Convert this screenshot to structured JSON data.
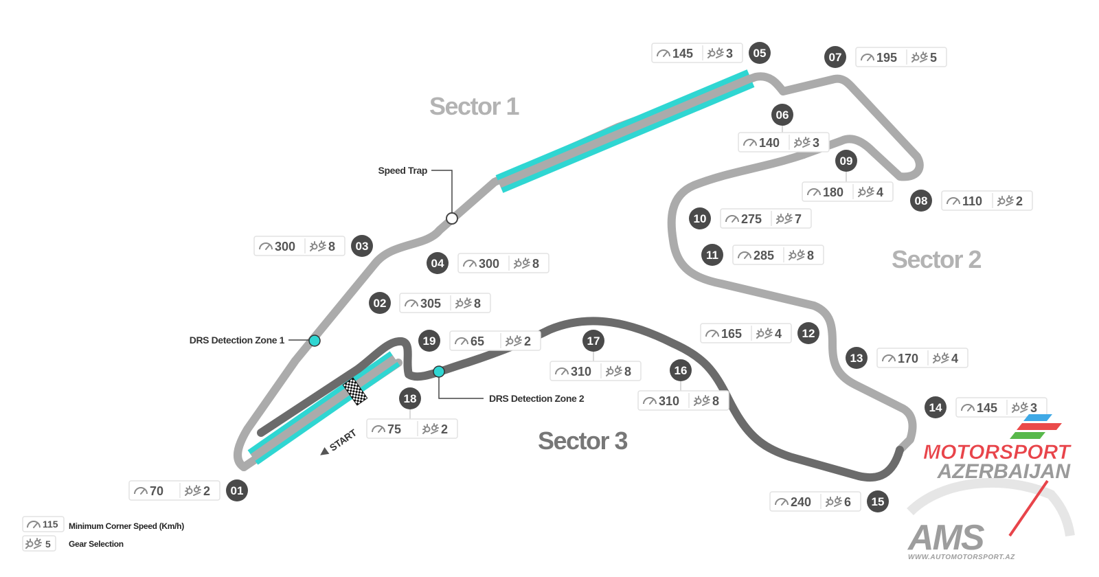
{
  "sectors": [
    "Sector 1",
    "Sector 2",
    "Sector 3"
  ],
  "annotations": {
    "speed_trap": "Speed Trap",
    "drs_detection_1": "DRS Detection Zone 1",
    "drs_detection_2": "DRS Detection Zone 2",
    "start": "START"
  },
  "colors": {
    "track_light": "#ababab",
    "track_dark": "#6b6b6b",
    "drs_zone": "#2fd6d2",
    "turn_badge": "#4a4a4a",
    "watermark_red": "#e8444a"
  },
  "icons": {
    "speed": "speedometer-icon",
    "gear": "gear-icon",
    "finish": "checkered-flag-icon"
  },
  "turns": [
    {
      "num": "01",
      "speed": "70",
      "gear": "2"
    },
    {
      "num": "02",
      "speed": "305",
      "gear": "8"
    },
    {
      "num": "03",
      "speed": "300",
      "gear": "8"
    },
    {
      "num": "04",
      "speed": "300",
      "gear": "8"
    },
    {
      "num": "05",
      "speed": "145",
      "gear": "3"
    },
    {
      "num": "06",
      "speed": "140",
      "gear": "3"
    },
    {
      "num": "07",
      "speed": "195",
      "gear": "5"
    },
    {
      "num": "08",
      "speed": "110",
      "gear": "2"
    },
    {
      "num": "09",
      "speed": "180",
      "gear": "4"
    },
    {
      "num": "10",
      "speed": "275",
      "gear": "7"
    },
    {
      "num": "11",
      "speed": "285",
      "gear": "8"
    },
    {
      "num": "12",
      "speed": "165",
      "gear": "4"
    },
    {
      "num": "13",
      "speed": "170",
      "gear": "4"
    },
    {
      "num": "14",
      "speed": "145",
      "gear": "3"
    },
    {
      "num": "15",
      "speed": "240",
      "gear": "6"
    },
    {
      "num": "16",
      "speed": "310",
      "gear": "8"
    },
    {
      "num": "17",
      "speed": "310",
      "gear": "8"
    },
    {
      "num": "18",
      "speed": "75",
      "gear": "2"
    },
    {
      "num": "19",
      "speed": "65",
      "gear": "2"
    }
  ],
  "legend": {
    "speed_example": "115",
    "speed_label": "Minimum Corner Speed (Km/h)",
    "gear_example": "5",
    "gear_label": "Gear Selection"
  },
  "watermark": {
    "line1": "MOTORSPORT",
    "line2": "AZERBAIJAN",
    "logo": "AMS",
    "url": "WWW.AUTOMOTORSPORT.AZ"
  }
}
